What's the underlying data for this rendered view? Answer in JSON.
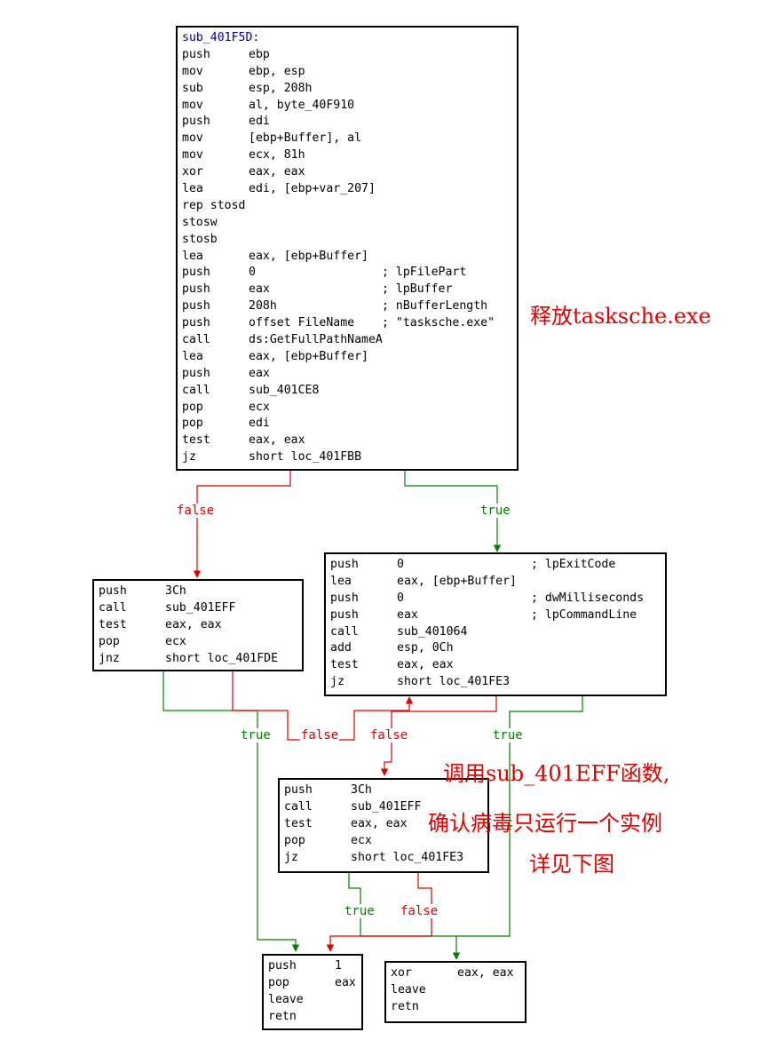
{
  "blocks": [
    {
      "id": "main",
      "label": "sub_401F5D:",
      "lines": [
        [
          "push",
          "ebp"
        ],
        [
          "mov",
          "ebp, esp"
        ],
        [
          "sub",
          "esp, 208h"
        ],
        [
          "mov",
          "al, byte_40F910"
        ],
        [
          "push",
          "edi"
        ],
        [
          "mov",
          "[ebp+Buffer], al"
        ],
        [
          "mov",
          "ecx, 81h"
        ],
        [
          "xor",
          "eax, eax"
        ],
        [
          "lea",
          "edi, [ebp+var_207]"
        ],
        [
          "rep stosd",
          ""
        ],
        [
          "stosw",
          ""
        ],
        [
          "stosb",
          ""
        ],
        [
          "lea",
          "eax, [ebp+Buffer]"
        ],
        [
          "push",
          "0",
          "; lpFilePart"
        ],
        [
          "push",
          "eax",
          "; lpBuffer"
        ],
        [
          "push",
          "208h",
          "; nBufferLength"
        ],
        [
          "push",
          "offset FileName",
          "; \"tasksche.exe\""
        ],
        [
          "call",
          "ds:GetFullPathNameA"
        ],
        [
          "lea",
          "eax, [ebp+Buffer]"
        ],
        [
          "push",
          "eax"
        ],
        [
          "call",
          "sub_401CE8"
        ],
        [
          "pop",
          "ecx"
        ],
        [
          "pop",
          "edi"
        ],
        [
          "test",
          "eax, eax"
        ],
        [
          "jz",
          "short loc_401FBB"
        ]
      ]
    },
    {
      "id": "left",
      "lines": [
        [
          "push",
          "3Ch"
        ],
        [
          "call",
          "sub_401EFF"
        ],
        [
          "test",
          "eax, eax"
        ],
        [
          "pop",
          "ecx"
        ],
        [
          "jnz",
          "short loc_401FDE"
        ]
      ]
    },
    {
      "id": "right",
      "lines": [
        [
          "push",
          "0",
          "; lpExitCode"
        ],
        [
          "lea",
          "eax, [ebp+Buffer]"
        ],
        [
          "push",
          "0",
          "; dwMilliseconds"
        ],
        [
          "push",
          "eax",
          "; lpCommandLine"
        ],
        [
          "call",
          "sub_401064"
        ],
        [
          "add",
          "esp, 0Ch"
        ],
        [
          "test",
          "eax, eax"
        ],
        [
          "jz",
          "short loc_401FE3"
        ]
      ]
    },
    {
      "id": "middle",
      "lines": [
        [
          "push",
          "3Ch"
        ],
        [
          "call",
          "sub_401EFF"
        ],
        [
          "test",
          "eax, eax"
        ],
        [
          "pop",
          "ecx"
        ],
        [
          "jz",
          "short loc_401FE3"
        ]
      ]
    },
    {
      "id": "ret1",
      "lines": [
        [
          "push",
          "1"
        ],
        [
          "pop",
          "eax"
        ],
        [
          "leave",
          ""
        ],
        [
          "retn",
          ""
        ]
      ]
    },
    {
      "id": "ret0",
      "lines": [
        [
          "xor",
          "eax, eax"
        ],
        [
          "leave",
          ""
        ],
        [
          "retn",
          ""
        ]
      ]
    }
  ],
  "edge_labels": {
    "main_false": "false",
    "main_true": "true",
    "left_true": "true",
    "left_false": "false",
    "right_false": "false",
    "right_true": "true",
    "middle_true": "true",
    "middle_false": "false"
  },
  "annotations": {
    "release": "释放tasksche.exe",
    "call_line1": "调用sub_401EFF函数,",
    "call_line2": "确认病毒只运行一个实例",
    "call_line3": "详见下图"
  },
  "colors": {
    "false_edge": "#e00000",
    "true_edge": "#008000",
    "annotation": "#e00000",
    "label": "#000080"
  }
}
